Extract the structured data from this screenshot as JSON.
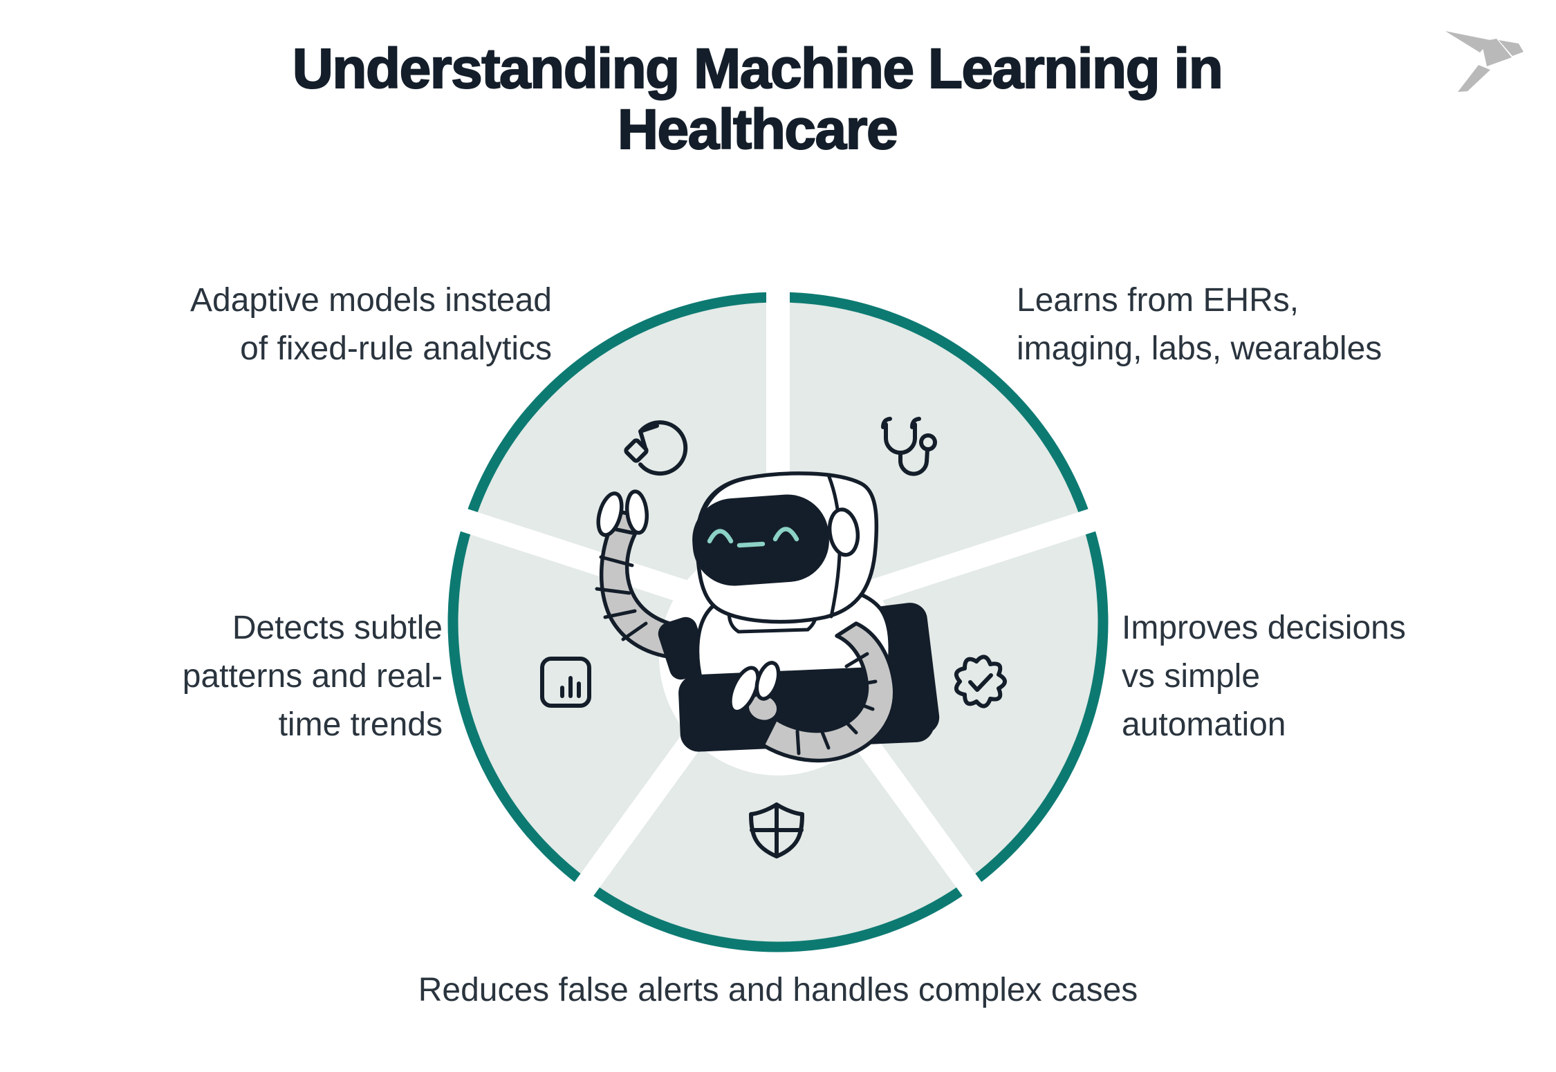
{
  "title": {
    "line1": "Understanding Machine Learning in",
    "line2": "Healthcare"
  },
  "brand": {
    "logo_icon": "origami-bird-logo"
  },
  "diagram": {
    "type": "five-segment-circle-infographic",
    "center_illustration": "robot-at-laptop",
    "segments": [
      {
        "position": "top-left",
        "icon": "refresh-sparkle-icon",
        "label_lines": [
          "Adaptive models instead",
          "of fixed-rule analytics"
        ]
      },
      {
        "position": "top-right",
        "icon": "stethoscope-icon",
        "label_lines": [
          "Learns from EHRs,",
          "imaging, labs, wearables"
        ]
      },
      {
        "position": "left",
        "icon": "bar-chart-icon",
        "label_lines": [
          "Detects subtle",
          "patterns and real-",
          "time trends"
        ]
      },
      {
        "position": "right",
        "icon": "check-badge-icon",
        "label_lines": [
          "Improves decisions",
          "vs simple",
          "automation"
        ]
      },
      {
        "position": "bottom",
        "icon": "shield-icon",
        "label_lines": [
          "Reduces false alerts and handles complex cases"
        ]
      }
    ]
  },
  "colors": {
    "accent_teal": "#0d7a72",
    "mint_fill": "#e3eae7",
    "ink": "#141e2a",
    "text_color": "#2a343e",
    "robot_gray": "#c6c6c6",
    "face_teal": "#8cd2c6",
    "logo_gray": "#b9b9b9",
    "page_bg": "#ffffff"
  }
}
